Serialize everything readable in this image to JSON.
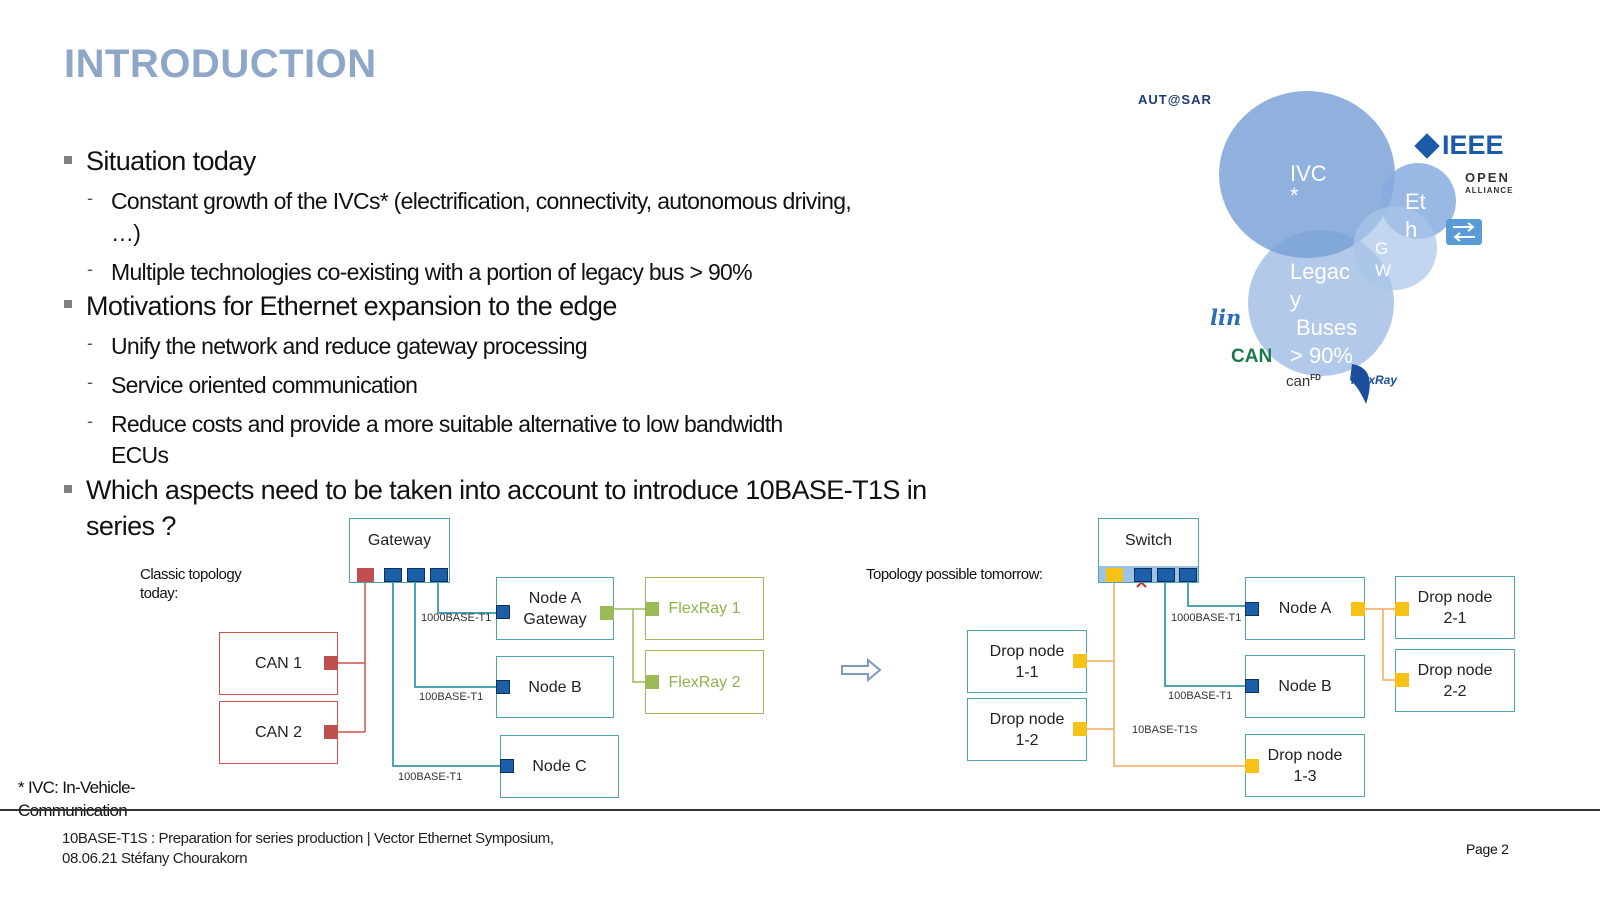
{
  "title": "INTRODUCTION",
  "bullets": {
    "b1": "Situation today",
    "b1_1a": "Constant growth of the IVCs* (electrification, connectivity, autonomous driving,",
    "b1_1b": "…)",
    "b1_2": "Multiple technologies co-existing with a portion of legacy bus > 90%",
    "b2": "Motivations for Ethernet expansion to the edge",
    "b2_1": "Unify the network and reduce gateway processing",
    "b2_2": "Service oriented communication",
    "b2_3a": "Reduce costs and provide a more suitable alternative to low bandwidth",
    "b2_3b": "ECUs",
    "b3a": "Which aspects need to be taken into account to introduce 10BASE-T1S in",
    "b3b": "series ?"
  },
  "bubbles": {
    "ivc_1": "IVC",
    "ivc_2": "*",
    "eth_1": "Et",
    "eth_2": "h",
    "gw_1": "G",
    "gw_2": "W",
    "legacy_1": "Legac",
    "legacy_2": "y",
    "legacy_3": "Buses",
    "legacy_4": "> 90%"
  },
  "logos": {
    "autosar": "AUT@SAR",
    "ieee": "IEEE",
    "open_1": "OPEN",
    "open_2": "ALLIANCE",
    "lin": "lin",
    "can": "CAN",
    "canfd": "can",
    "canfd_sup": "FD",
    "flexray": "FlexRay"
  },
  "classic": {
    "caption_1": "Classic topology",
    "caption_2": "today:",
    "gateway": "Gateway",
    "node_a_1": "Node A",
    "node_a_2": "Gateway",
    "node_b": "Node B",
    "node_c": "Node C",
    "can1": "CAN 1",
    "can2": "CAN 2",
    "flexray1": "FlexRay 1",
    "flexray2": "FlexRay 2",
    "link_a": "1000BASE-T1",
    "link_b": "100BASE-T1",
    "link_c": "100BASE-T1"
  },
  "tomorrow": {
    "caption": "Topology possible tomorrow:",
    "switch": "Switch",
    "node_a": "Node A",
    "node_b": "Node B",
    "drop_11_1": "Drop node",
    "drop_11_2": "1-1",
    "drop_12_1": "Drop node",
    "drop_12_2": "1-2",
    "drop_13_1": "Drop node",
    "drop_13_2": "1-3",
    "drop_21_1": "Drop node",
    "drop_21_2": "2-1",
    "drop_22_1": "Drop node",
    "drop_22_2": "2-2",
    "link_a": "1000BASE-T1",
    "link_b": "100BASE-T1",
    "link_s": "10BASE-T1S"
  },
  "footnote_1": "* IVC: In-Vehicle-",
  "footnote_2": "Communication",
  "footer_1": "10BASE-T1S : Preparation for series production | Vector Ethernet Symposium,",
  "footer_2": "08.06.21 Stéfany Chourakorn",
  "page": "Page 2",
  "colors": {
    "title": "#8ea6c7",
    "link_teal": "#4ba3b4",
    "can_red": "#d0504a",
    "flexray_green": "#9bbb59",
    "t1s_orange": "#f7a95c",
    "port_blue": "#1a5fa8",
    "port_yellow": "#f7c218"
  }
}
